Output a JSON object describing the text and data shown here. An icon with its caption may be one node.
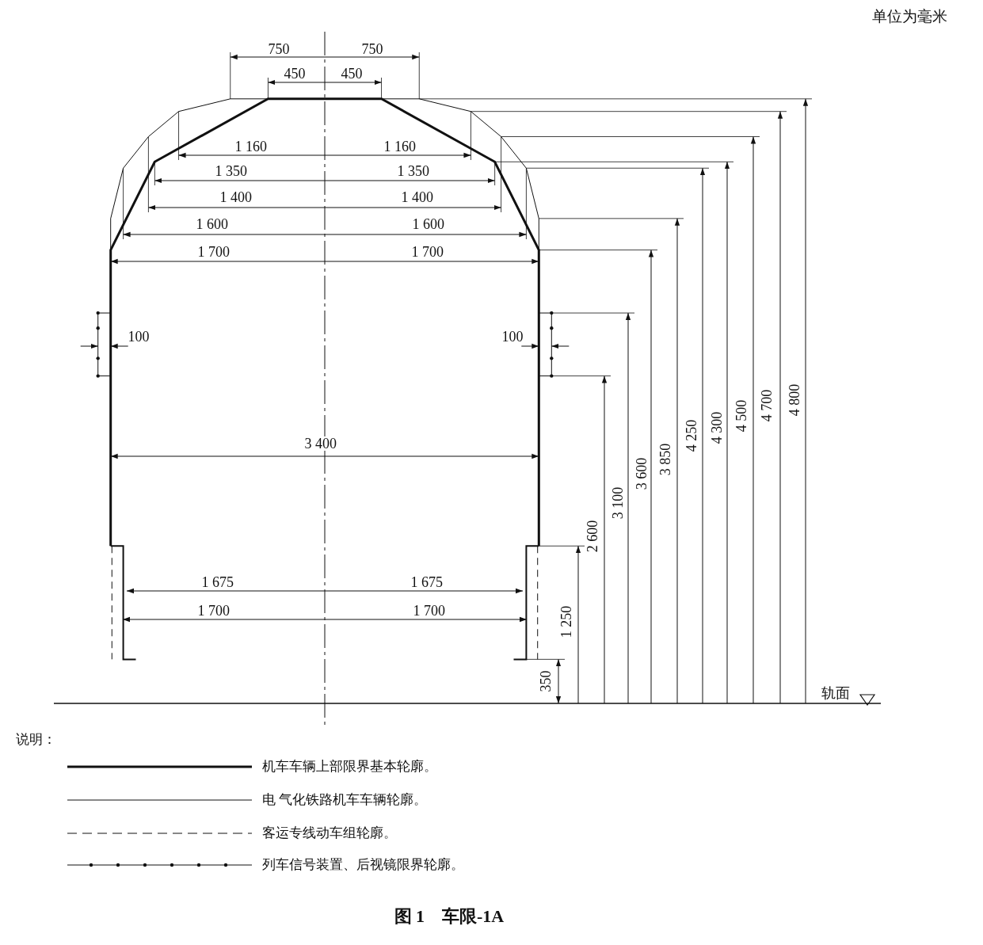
{
  "diagram": {
    "caption": "图 1　车限-1A",
    "labels": [
      "单位为毫米",
      "750",
      "750",
      "450",
      "450",
      "1 160",
      "1 160",
      "1 350",
      "1 350",
      "1 400",
      "1 400",
      "1 600",
      "1 600",
      "1 700",
      "1 700",
      "100",
      "100",
      "4 800",
      "4 700",
      "4 500",
      "4 300",
      "4 250",
      "3 850",
      "3 600",
      "3 100",
      "2 600",
      "3 400",
      "1 250",
      "1 675",
      "1 675",
      "1 700",
      "1 700",
      "350",
      "轨面",
      "说明："
    ],
    "legend": [
      {
        "text": "机车车辆上部限界基本轮廓。"
      },
      {
        "text": "电 气化铁路机车车辆轮廓。"
      },
      {
        "text": "客运专线动车组轮廓。"
      },
      {
        "text": "列车信号装置、后视镜限界轮廓。"
      }
    ]
  }
}
